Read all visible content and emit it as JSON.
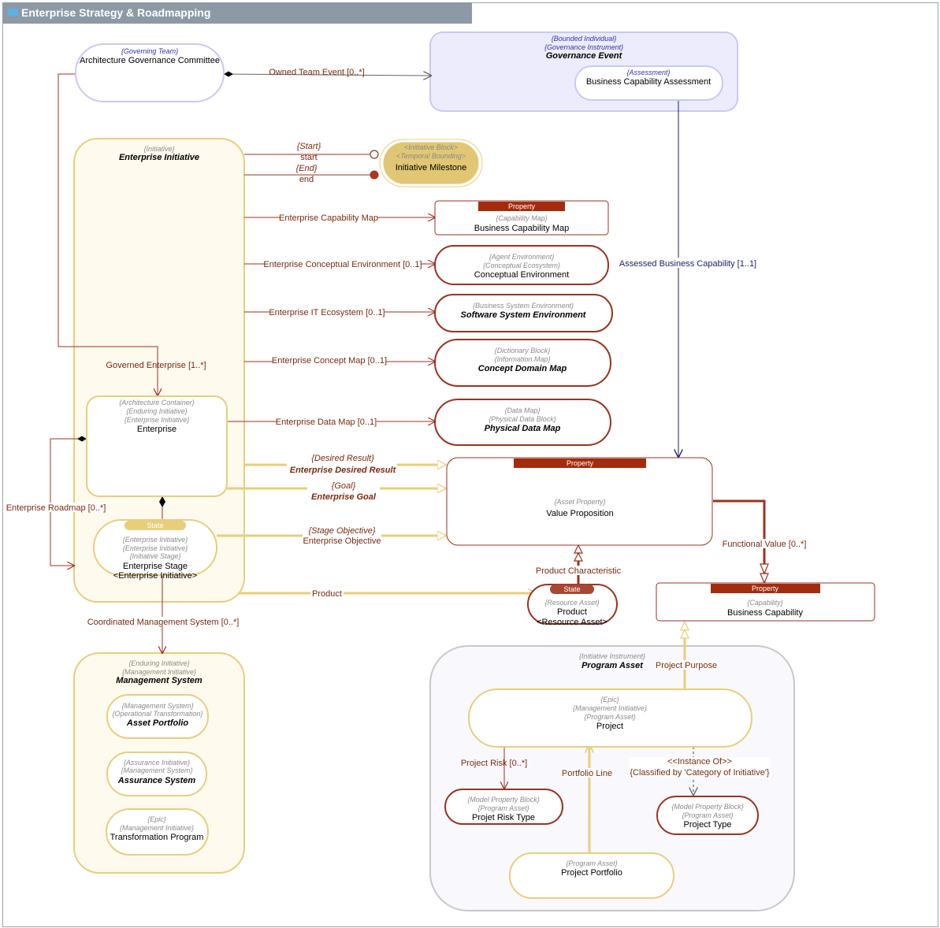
{
  "window": {
    "title": "Enterprise Strategy & Roadmapping"
  },
  "colors": {
    "titlebar": "#8d9aa6",
    "yellow": "#e7ce7d",
    "red": "#9a3320",
    "lavender": "#c9c9f3",
    "propertyHeader": "#a32c0f",
    "navy": "#1b1f6e"
  },
  "nodes": {
    "agc": {
      "stereos": [
        "{Governing Team}"
      ],
      "name": "Architecture Governance Committee"
    },
    "govEvent": {
      "stereos": [
        "{Bounded Individual}",
        "{Governance Instrument}"
      ],
      "name": "Governance Event"
    },
    "bca": {
      "stereos": [
        "{Assessment}"
      ],
      "name": "Business Capability Assessment"
    },
    "ei": {
      "stereos": [
        "{Initiative}"
      ],
      "name": "Enterprise Initiative"
    },
    "milestone": {
      "stereos": [
        "<Initiative Block>",
        "<Temporal Bounding>"
      ],
      "name": "Initiative Milestone"
    },
    "bcm": {
      "header": "Property",
      "stereos": [
        "{Capability Map}"
      ],
      "name": "Business Capability Map"
    },
    "ce": {
      "stereos": [
        "{Agent Environment}",
        "{Conceptual Ecosystem}"
      ],
      "name": "Conceptual Environment"
    },
    "sse": {
      "stereos": [
        "{Business System Environment}"
      ],
      "name": "Software System Environment"
    },
    "cdm": {
      "stereos": [
        "{Dictionary Block}",
        "{Information Map}"
      ],
      "name": "Concept Domain Map"
    },
    "pdm": {
      "stereos": [
        "{Data Map}",
        "{Physical Data Block}"
      ],
      "name": "Physical Data Map"
    },
    "ent": {
      "stereos": [
        "{Architecture Container}",
        "{Enduring Initiative}",
        "{Enterprise Initiative}"
      ],
      "name": "Enterprise"
    },
    "stage": {
      "header": "State",
      "stereos": [
        "{Enterprise Initiative}",
        "{Enterprise Initiative}",
        "{Initiative Stage}"
      ],
      "name": "Enterprise Stage",
      "sub": "<Enterprise Initiative>"
    },
    "vp": {
      "header": "Property",
      "stereos": [
        "{Asset Property}"
      ],
      "name": "Value Proposition"
    },
    "product": {
      "header": "State",
      "stereos": [
        "{Resource Asset}"
      ],
      "name": "Product",
      "sub": "<Resource Asset>"
    },
    "bc": {
      "header": "Property",
      "stereos": [
        "{Capability}"
      ],
      "name": "Business Capability"
    },
    "ms": {
      "stereos": [
        "{Enduring Initiative}",
        "{Management Initiative}"
      ],
      "name": "Management System"
    },
    "ap": {
      "stereos": [
        "{Management System}",
        "{Operational Transformation}"
      ],
      "name": "Asset Portfolio"
    },
    "as": {
      "stereos": [
        "{Assurance Initiative}",
        "{Management System}"
      ],
      "name": "Assurance System"
    },
    "tp": {
      "stereos": [
        "{Epic}",
        "{Management Initiative}"
      ],
      "name": "Transformation Program"
    },
    "pa": {
      "stereos": [
        "{Initiative Instrument}"
      ],
      "name": "Program Asset"
    },
    "project": {
      "stereos": [
        "{Epic}",
        "{Management Initiative}",
        "{Program Asset}"
      ],
      "name": "Project"
    },
    "prt": {
      "stereos": [
        "{Model Property Block}",
        "{Program Asset}"
      ],
      "name": "Projet Risk Type"
    },
    "pt": {
      "stereos": [
        "{Model Property Block}",
        "{Program Asset}"
      ],
      "name": "Project Type"
    },
    "pp": {
      "stereos": [
        "{Program Asset}"
      ],
      "name": "Project Portfolio"
    }
  },
  "edges": {
    "ownedTeamEvent": "Owned Team Event [0..*]",
    "startStereo": "{Start}",
    "start": "start",
    "endStereo": "{End}",
    "end": "end",
    "capMap": "Enterprise Capability Map",
    "concEnv": "Enterprise Conceptual Environment [0..1]",
    "itEco": "Enterprise IT Ecosystem [0..1]",
    "conceptMap": "Enterprise Concept Map [0..1]",
    "dataMap": "Enterprise Data Map [0..1]",
    "governedEnterprise": "Governed Enterprise [1..*]",
    "assessedCap": "Assessed Business Capability [1..1]",
    "desiredStereo": "{Desired Result}",
    "desired": "Enterprise Desired Result",
    "goalStereo": "{Goal}",
    "goal": "Enterprise Goal",
    "stageObjStereo": "{Stage Objective}",
    "stageObj": "Enterprise Objective",
    "roadmap": "Enterprise Roadmap [0..*]",
    "product": "Product",
    "productChar": "Product Characteristic",
    "functionalValue": "Functional Value [0..*]",
    "coordMS": "Coordinated Management System [0..*]",
    "projectPurpose": "Project Purpose",
    "projectRisk": "Project Risk [0..*]",
    "portfolioLine": "Portfolio Line",
    "instanceOf": "<<Instance Of>>",
    "classified": "{Classified by 'Category of Initiative'}"
  }
}
